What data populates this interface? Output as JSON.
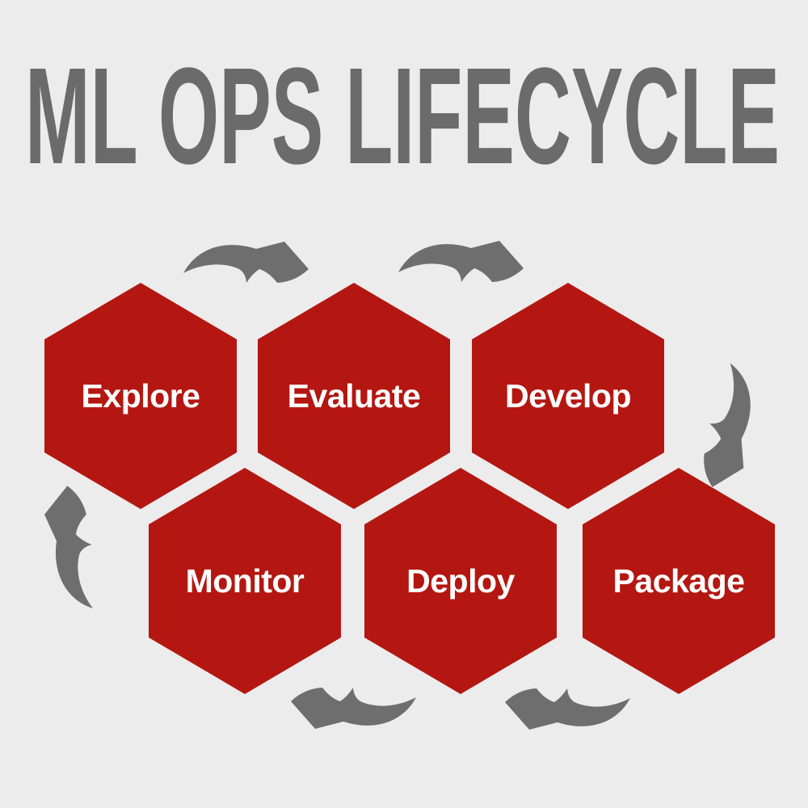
{
  "title": "ML OPS LIFECYCLE",
  "colors": {
    "background": "#ececec",
    "hexagon": "#b41711",
    "label": "#ffffff",
    "title": "#6b6b6b",
    "arrow": "#6e6e6e"
  },
  "diagram": {
    "type": "cycle",
    "rows": [
      {
        "hexagons": [
          {
            "label": "Explore"
          },
          {
            "label": "Evaluate"
          },
          {
            "label": "Develop"
          }
        ]
      },
      {
        "hexagons": [
          {
            "label": "Monitor"
          },
          {
            "label": "Deploy"
          },
          {
            "label": "Package"
          }
        ]
      }
    ],
    "flow_order": [
      "Explore",
      "Evaluate",
      "Develop",
      "Package",
      "Deploy",
      "Monitor"
    ],
    "arrows": [
      {
        "from": "Explore",
        "to": "Evaluate",
        "direction": "right"
      },
      {
        "from": "Evaluate",
        "to": "Develop",
        "direction": "right"
      },
      {
        "from": "Develop",
        "to": "Package",
        "direction": "down"
      },
      {
        "from": "Package",
        "to": "Deploy",
        "direction": "left"
      },
      {
        "from": "Deploy",
        "to": "Monitor",
        "direction": "left"
      },
      {
        "from": "Monitor",
        "to": "Explore",
        "direction": "up"
      }
    ]
  }
}
